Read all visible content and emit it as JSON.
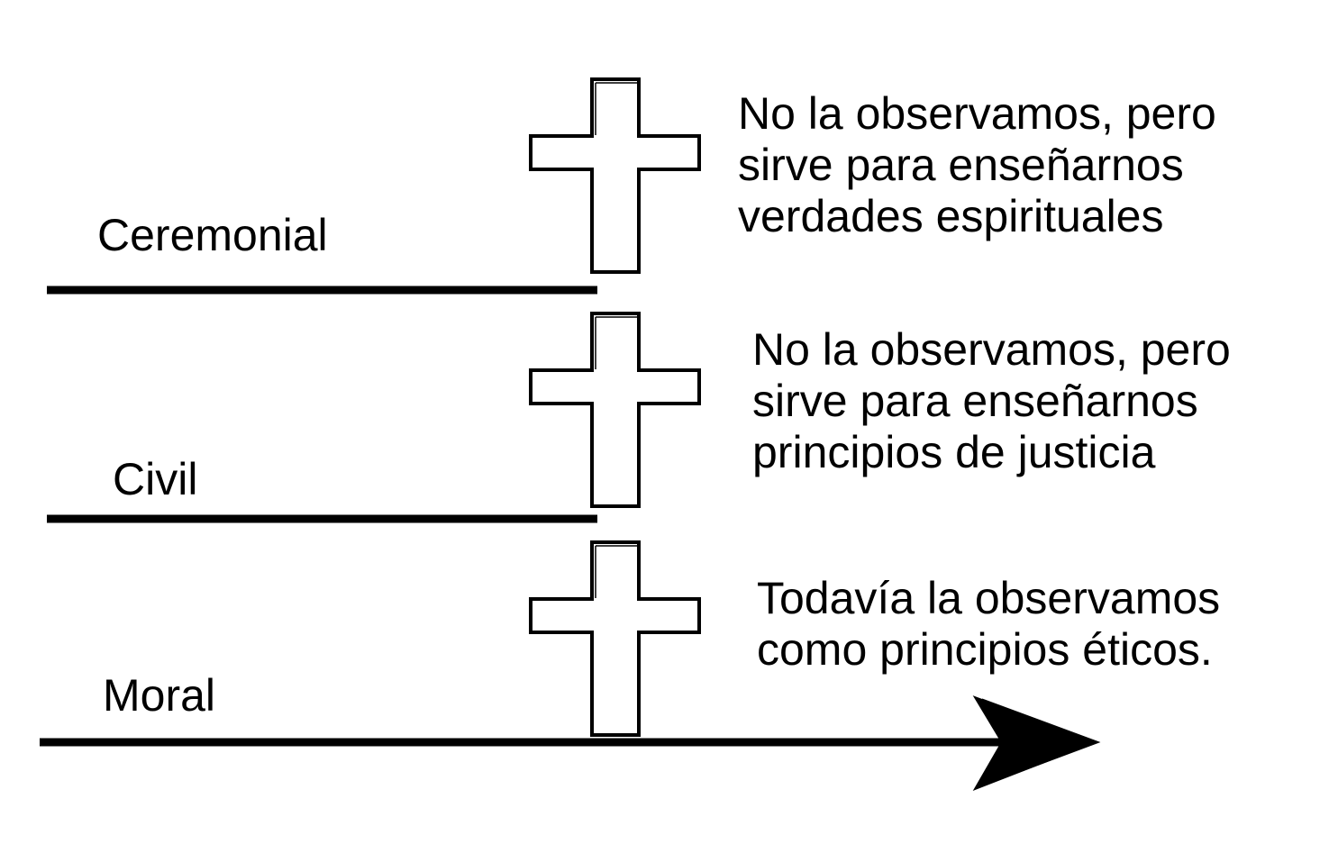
{
  "rows": [
    {
      "label": "Ceremonial",
      "description": [
        "No la observamos, pero",
        "sirve para enseñarnos",
        "verdades espirituales"
      ]
    },
    {
      "label": "Civil",
      "description": [
        "No la observamos, pero",
        "sirve para enseñarnos",
        "principios de justicia"
      ]
    },
    {
      "label": "Moral",
      "description": [
        "Todavía la observamos",
        "como principios éticos."
      ]
    }
  ],
  "icons": {
    "cross": "cross-icon",
    "arrow": "arrow-head-icon"
  },
  "colors": {
    "ink": "#000000",
    "background": "#ffffff"
  }
}
